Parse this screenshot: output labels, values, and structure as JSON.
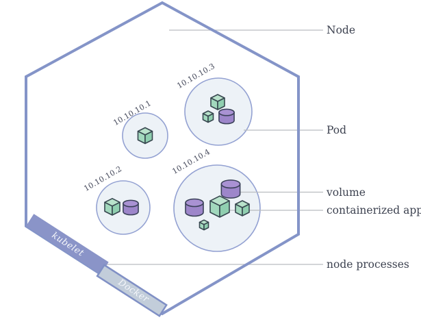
{
  "labels": {
    "node": "Node",
    "pod": "Pod",
    "volume": "volume",
    "containerized_app": "containerized app",
    "node_processes": "node processes"
  },
  "pods": [
    {
      "ip": "10.10.10.1"
    },
    {
      "ip": "10.10.10.2"
    },
    {
      "ip": "10.10.10.3"
    },
    {
      "ip": "10.10.10.4"
    }
  ],
  "bands": {
    "kubelet": "kubelet",
    "docker": "Docker"
  },
  "colors": {
    "hexagon_border": "#8494c8",
    "pod_fill": "#edf2f7",
    "pod_border": "#93a1d2",
    "cube_top": "#b9e2cb",
    "cube_left": "#a2d8bd",
    "cube_right": "#90cfb0",
    "shape_outline": "#37474f",
    "cylinder_body": "#9d86ca",
    "cylinder_top": "#a992d3",
    "kubelet_band_fill": "#8a94c8",
    "docker_band_fill": "#c2cdda",
    "docker_band_border": "#8090c5",
    "leader_line": "#b9bcc0",
    "label_text": "#3d4250"
  }
}
